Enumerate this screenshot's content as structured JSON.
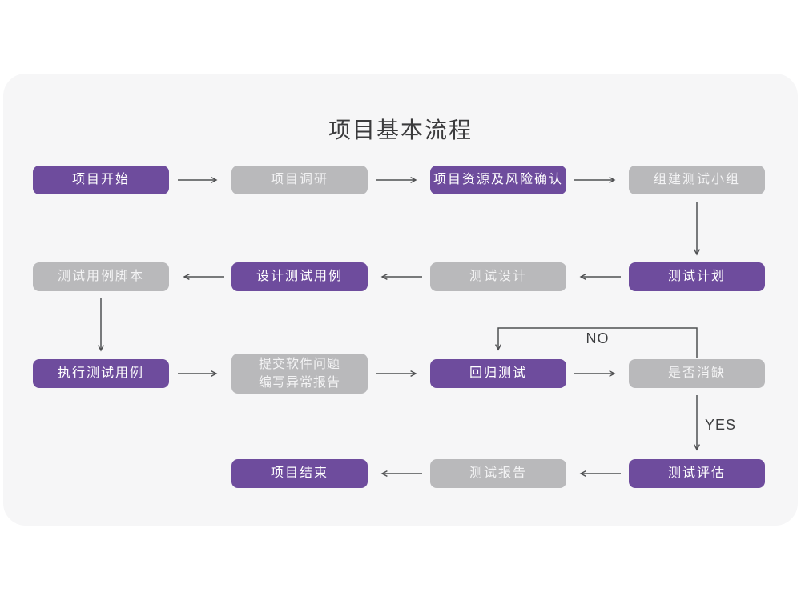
{
  "title": "项目基本流程",
  "colors": {
    "purple": "#6e4c9d",
    "gray": "#b9b9bb",
    "card_background": "#f6f6f7",
    "page_background": "#ffffff",
    "arrow": "#4f5052",
    "box_text": "#ffffff",
    "title_text": "#3b3b3d"
  },
  "nodes": [
    {
      "id": "project-start",
      "label": "项目开始",
      "type": "purple"
    },
    {
      "id": "project-research",
      "label": "项目调研",
      "type": "gray"
    },
    {
      "id": "resource-risk",
      "label": "项目资源及风险确认",
      "type": "purple"
    },
    {
      "id": "build-team",
      "label": "组建测试小组",
      "type": "gray"
    },
    {
      "id": "test-plan",
      "label": "测试计划",
      "type": "purple"
    },
    {
      "id": "test-design",
      "label": "测试设计",
      "type": "gray"
    },
    {
      "id": "design-cases",
      "label": "设计测试用例",
      "type": "purple"
    },
    {
      "id": "case-scripts",
      "label": "测试用例脚本",
      "type": "gray"
    },
    {
      "id": "execute-cases",
      "label": "执行测试用例",
      "type": "purple"
    },
    {
      "id": "submit-issues",
      "label": "提交软件问题\n编写异常报告",
      "type": "gray"
    },
    {
      "id": "regression-test",
      "label": "回归测试",
      "type": "purple"
    },
    {
      "id": "defect-cleared",
      "label": "是否消缺",
      "type": "gray"
    },
    {
      "id": "test-evaluate",
      "label": "测试评估",
      "type": "purple"
    },
    {
      "id": "test-report",
      "label": "测试报告",
      "type": "gray"
    },
    {
      "id": "project-end",
      "label": "项目结束",
      "type": "purple"
    }
  ],
  "edge_labels": {
    "no": "NO",
    "yes": "YES"
  }
}
